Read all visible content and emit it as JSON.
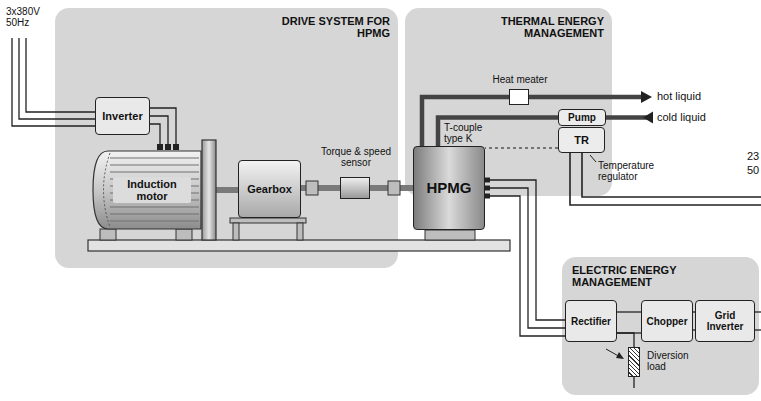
{
  "diagram": {
    "nodes": [
      {
        "text": [
          "DRIVE SYSTEM FOR HPMG"
        ]
      },
      {
        "text": [
          "Inverter"
        ],
        "in": 0
      },
      {
        "text": [
          "Induction motor"
        ],
        "in": 0
      },
      {
        "text": [
          "Gearbox"
        ],
        "in": 0
      },
      {
        "text": [
          "Torque & speed sensor"
        ],
        "in": 0
      },
      {
        "text": [
          "HPMG"
        ]
      },
      {
        "text": [
          "THERMAL ENERGY MANAGEMENT"
        ]
      },
      {
        "text": [
          "Heat meater"
        ],
        "in": 6
      },
      {
        "text": [
          "Pump"
        ],
        "in": 6
      },
      {
        "text": [
          "TR"
        ],
        "in": 6
      },
      {
        "text": [
          "ELECTRIC ENERGY MANAGEMENT"
        ]
      },
      {
        "text": [
          "Rectifier"
        ],
        "in": 10
      },
      {
        "text": [
          "Diversion load"
        ],
        "in": 10
      },
      {
        "text": [
          "Chopper"
        ],
        "in": 10
      },
      {
        "text": [
          "Grid Inverter"
        ],
        "in": 10
      }
    ],
    "edges": [
      {
        "from": 1,
        "to": 2,
        "arrow": "none"
      },
      {
        "from": 2,
        "to": 3,
        "arrow": "none"
      },
      {
        "from": 3,
        "to": 4,
        "arrow": "none"
      },
      {
        "from": 4,
        "to": 5,
        "arrow": "none"
      },
      {
        "from": 5,
        "to": 7,
        "arrow": "none"
      },
      {
        "from": 8,
        "to": 5,
        "arrow": "none"
      },
      {
        "from": 9,
        "to": 5,
        "arrow": "none"
      },
      {
        "from": 5,
        "to": 11,
        "arrow": "none"
      },
      {
        "from": 11,
        "to": 13,
        "arrow": "none"
      },
      {
        "from": 11,
        "to": 12,
        "arrow": "none"
      },
      {
        "from": 13,
        "to": 14,
        "arrow": "none"
      }
    ],
    "labels": [
      "3x380V 50Hz",
      "T-couple type K",
      "hot liquid",
      "cold liquid",
      "Temperature regulator",
      "23",
      "50"
    ]
  }
}
